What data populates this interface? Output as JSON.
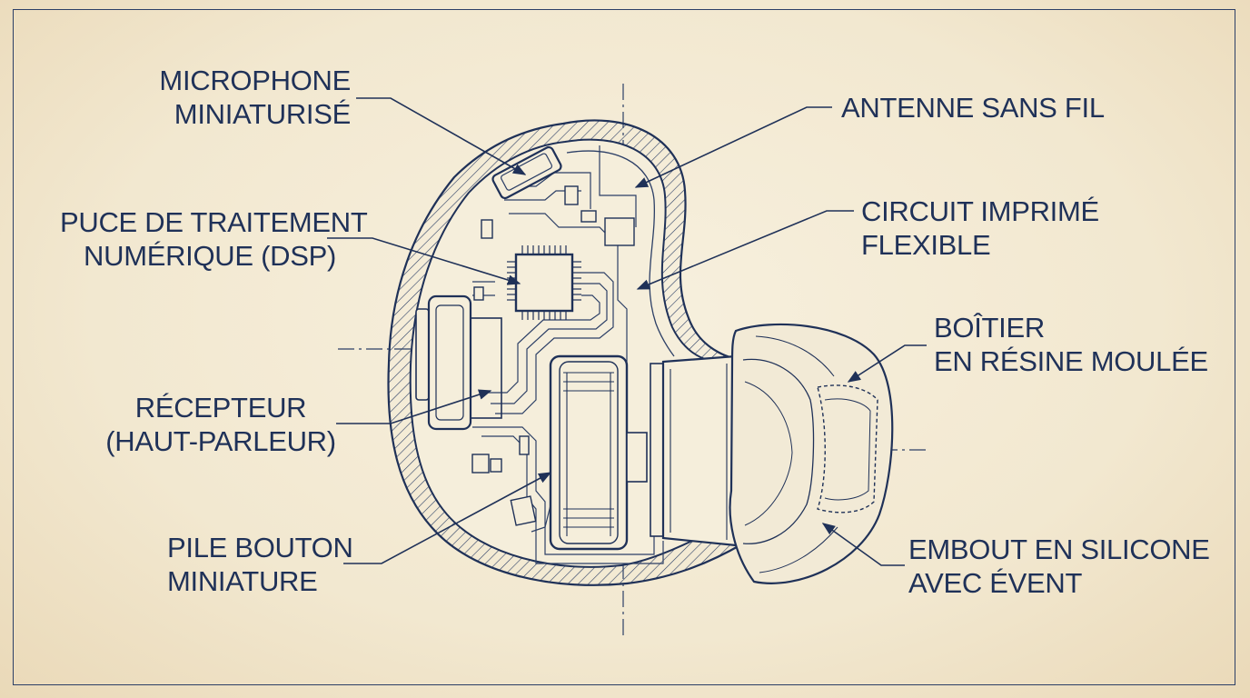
{
  "diagram": {
    "labels": {
      "microphone": [
        "MICROPHONE",
        "MINIATURISÉ"
      ],
      "dsp": [
        "PUCE DE TRAITEMENT",
        "NUMÉRIQUE (DSP)"
      ],
      "receiver": [
        "RÉCEPTEUR",
        "(HAUT-PARLEUR)"
      ],
      "battery": [
        "PILE BOUTON",
        "MINIATURE"
      ],
      "antenna": [
        "ANTENNE SANS FIL"
      ],
      "pcb": [
        "CIRCUIT IMPRIMÉ",
        "FLEXIBLE"
      ],
      "shell": [
        "BOÎTIER",
        "EN RÉSINE MOULÉE"
      ],
      "tip": [
        "EMBOUT EN SILICONE",
        "AVEC ÉVENT"
      ]
    },
    "colors": {
      "ink": "#1f3158",
      "paper": "#f3ead4"
    }
  }
}
